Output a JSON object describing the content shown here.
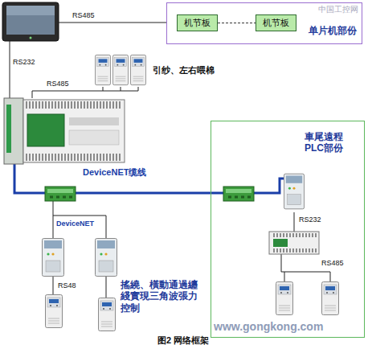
{
  "diagram": {
    "caption": "图2 网络框架",
    "nodes": [
      {
        "text": [
          "单片机部份"
        ]
      },
      {
        "text": [
          "机节板"
        ],
        "in": 0
      },
      {
        "text": [
          "机节板"
        ],
        "in": 0
      },
      {
        "text": [
          "車尾遠程 PLC部份"
        ]
      }
    ],
    "edges": [
      {
        "from": 1,
        "to": 2,
        "arrow": "none"
      }
    ],
    "labels": [
      "中国工控网",
      "RS485",
      "RS232",
      "引纱、左右喂棉",
      "RS485",
      "DeviceNET缆线",
      "DeviceNET",
      "RS48",
      "搖繞、橫動通過纏 綫實現三角波張力 控制",
      "RS232",
      "RS485",
      "www.gongkong.com"
    ]
  }
}
